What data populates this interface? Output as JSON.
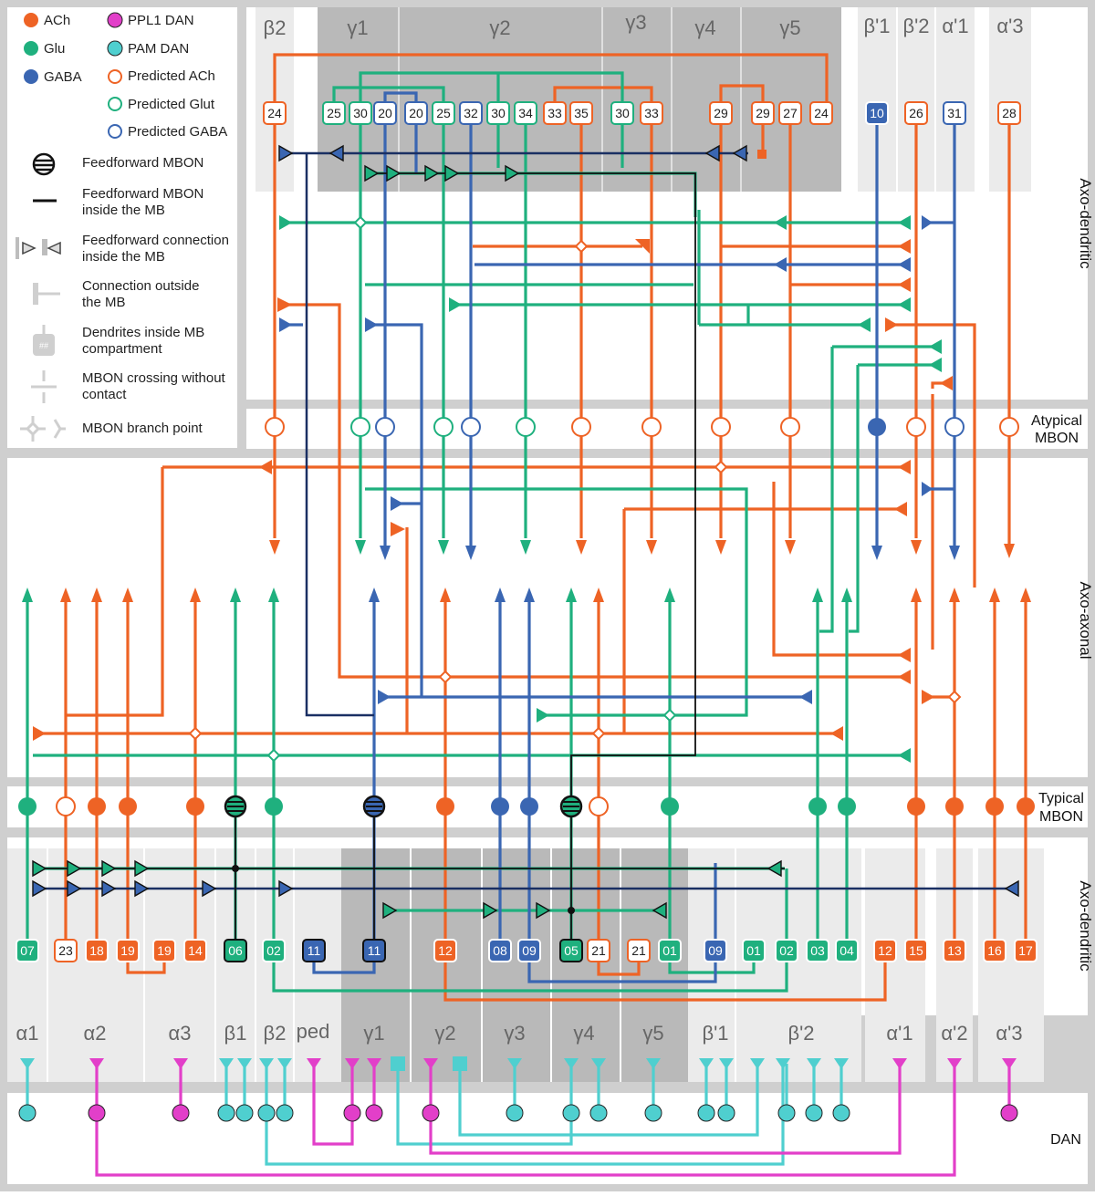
{
  "colors": {
    "ach": "#ee6325",
    "glu": "#1fb07e",
    "gaba": "#3a66b2",
    "ppl1": "#e23fc9",
    "pam": "#4fcfcf",
    "mb_outline_dark": "#111111",
    "band_gray": "#cfcfcf",
    "light_gray": "#ebebeb",
    "dark_gray": "#b9b9b9"
  },
  "legend": {
    "transmitters": [
      {
        "label": "ACh",
        "style": "filled",
        "color": "ach"
      },
      {
        "label": "Glu",
        "style": "filled",
        "color": "glu"
      },
      {
        "label": "GABA",
        "style": "filled",
        "color": "gaba"
      },
      {
        "label": "PPL1 DAN",
        "style": "filled",
        "color": "ppl1"
      },
      {
        "label": "PAM DAN",
        "style": "filled",
        "color": "pam"
      },
      {
        "label": "Predicted ACh",
        "style": "open",
        "color": "ach"
      },
      {
        "label": "Predicted Glut",
        "style": "open",
        "color": "glu"
      },
      {
        "label": "Predicted GABA",
        "style": "open",
        "color": "gaba"
      }
    ],
    "feedforward_mbon": "Feedforward MBON",
    "feedforward_inside_1": "Feedforward MBON",
    "feedforward_inside_2": "inside the MB",
    "ff_connection_1": "Feedforward connection",
    "ff_connection_2": "inside the MB",
    "outside_1": "Connection outside",
    "outside_2": "the MB",
    "dendrites_1": "Dendrites inside MB",
    "dendrites_2": "compartment",
    "crossing_1": "MBON crossing without",
    "crossing_2": "contact",
    "branch_point": "MBON branch point",
    "dendrite_glyph": "##"
  },
  "top_compartments": [
    "β2",
    "γ1",
    "γ2",
    "γ3",
    "γ4",
    "γ5",
    "β'1",
    "β'2",
    "α'1",
    "α'3"
  ],
  "bottom_compartments": [
    "α1",
    "α2",
    "α3",
    "β1",
    "β2",
    "ped",
    "γ1",
    "γ2",
    "γ3",
    "γ4",
    "γ5",
    "β'1",
    "β'2",
    "α'1",
    "α'2",
    "α'3"
  ],
  "side_labels": {
    "axo_dendritic_top": "Axo-dendritic",
    "atypical_1": "Atypical",
    "atypical_2": "MBON",
    "axo_axonal": "Axo-axonal",
    "typical_1": "Typical",
    "typical_2": "MBON",
    "axo_dendritic_bottom": "Axo-dendritic",
    "dan": "DAN"
  },
  "top_boxes": [
    {
      "label": "24",
      "type": "ach",
      "style": "open"
    },
    {
      "label": "25",
      "type": "glu",
      "style": "open"
    },
    {
      "label": "30",
      "type": "glu",
      "style": "open"
    },
    {
      "label": "20",
      "type": "gaba",
      "style": "open"
    },
    {
      "label": "20",
      "type": "gaba",
      "style": "open"
    },
    {
      "label": "25",
      "type": "glu",
      "style": "open"
    },
    {
      "label": "32",
      "type": "gaba",
      "style": "open"
    },
    {
      "label": "30",
      "type": "glu",
      "style": "open"
    },
    {
      "label": "34",
      "type": "glu",
      "style": "open"
    },
    {
      "label": "33",
      "type": "ach",
      "style": "open"
    },
    {
      "label": "35",
      "type": "ach",
      "style": "open"
    },
    {
      "label": "30",
      "type": "glu",
      "style": "open"
    },
    {
      "label": "33",
      "type": "ach",
      "style": "open"
    },
    {
      "label": "29",
      "type": "ach",
      "style": "open"
    },
    {
      "label": "29",
      "type": "ach",
      "style": "open"
    },
    {
      "label": "27",
      "type": "ach",
      "style": "open"
    },
    {
      "label": "24",
      "type": "ach",
      "style": "open"
    },
    {
      "label": "10",
      "type": "gaba",
      "style": "filled"
    },
    {
      "label": "26",
      "type": "ach",
      "style": "open"
    },
    {
      "label": "31",
      "type": "gaba",
      "style": "open"
    },
    {
      "label": "28",
      "type": "ach",
      "style": "open"
    }
  ],
  "bottom_boxes": [
    {
      "label": "07",
      "type": "glu",
      "style": "filled"
    },
    {
      "label": "23",
      "type": "ach",
      "style": "open"
    },
    {
      "label": "18",
      "type": "ach",
      "style": "filled"
    },
    {
      "label": "19",
      "type": "ach",
      "style": "filled"
    },
    {
      "label": "19",
      "type": "ach",
      "style": "filled"
    },
    {
      "label": "14",
      "type": "ach",
      "style": "filled"
    },
    {
      "label": "06",
      "type": "glu",
      "style": "ff"
    },
    {
      "label": "02",
      "type": "glu",
      "style": "filled"
    },
    {
      "label": "11",
      "type": "gaba",
      "style": "ff"
    },
    {
      "label": "11",
      "type": "gaba",
      "style": "ff"
    },
    {
      "label": "12",
      "type": "ach",
      "style": "filled"
    },
    {
      "label": "08",
      "type": "gaba",
      "style": "filled"
    },
    {
      "label": "09",
      "type": "gaba",
      "style": "filled"
    },
    {
      "label": "05",
      "type": "glu",
      "style": "ff"
    },
    {
      "label": "21",
      "type": "ach",
      "style": "open"
    },
    {
      "label": "21",
      "type": "ach",
      "style": "open"
    },
    {
      "label": "01",
      "type": "glu",
      "style": "filled"
    },
    {
      "label": "09",
      "type": "gaba",
      "style": "filled"
    },
    {
      "label": "01",
      "type": "glu",
      "style": "filled"
    },
    {
      "label": "02",
      "type": "glu",
      "style": "filled"
    },
    {
      "label": "03",
      "type": "glu",
      "style": "filled"
    },
    {
      "label": "04",
      "type": "glu",
      "style": "filled"
    },
    {
      "label": "12",
      "type": "ach",
      "style": "filled"
    },
    {
      "label": "15",
      "type": "ach",
      "style": "filled"
    },
    {
      "label": "13",
      "type": "ach",
      "style": "filled"
    },
    {
      "label": "16",
      "type": "ach",
      "style": "filled"
    },
    {
      "label": "17",
      "type": "ach",
      "style": "filled"
    }
  ],
  "atypical_mbon_markers": [
    {
      "type": "ach",
      "style": "open"
    },
    {
      "type": "glu",
      "style": "open"
    },
    {
      "type": "gaba",
      "style": "open"
    },
    {
      "type": "glu",
      "style": "open"
    },
    {
      "type": "gaba",
      "style": "open"
    },
    {
      "type": "glu",
      "style": "open"
    },
    {
      "type": "ach",
      "style": "open"
    },
    {
      "type": "ach",
      "style": "open"
    },
    {
      "type": "ach",
      "style": "open"
    },
    {
      "type": "ach",
      "style": "open"
    },
    {
      "type": "gaba",
      "style": "filled"
    },
    {
      "type": "ach",
      "style": "open"
    },
    {
      "type": "gaba",
      "style": "open"
    },
    {
      "type": "ach",
      "style": "open"
    }
  ],
  "typical_mbon_markers": [
    {
      "type": "glu",
      "style": "filled"
    },
    {
      "type": "ach",
      "style": "open"
    },
    {
      "type": "ach",
      "style": "filled"
    },
    {
      "type": "ach",
      "style": "filled"
    },
    {
      "type": "ach",
      "style": "filled"
    },
    {
      "type": "glu",
      "style": "ff"
    },
    {
      "type": "glu",
      "style": "filled"
    },
    {
      "type": "gaba",
      "style": "ff"
    },
    {
      "type": "ach",
      "style": "filled"
    },
    {
      "type": "gaba",
      "style": "filled"
    },
    {
      "type": "gaba",
      "style": "filled"
    },
    {
      "type": "glu",
      "style": "ff"
    },
    {
      "type": "ach",
      "style": "open"
    },
    {
      "type": "glu",
      "style": "filled"
    },
    {
      "type": "glu",
      "style": "filled"
    },
    {
      "type": "glu",
      "style": "filled"
    },
    {
      "type": "ach",
      "style": "filled"
    },
    {
      "type": "ach",
      "style": "filled"
    },
    {
      "type": "ach",
      "style": "filled"
    },
    {
      "type": "ach",
      "style": "filled"
    }
  ],
  "dan_markers": [
    {
      "type": "pam"
    },
    {
      "type": "ppl1"
    },
    {
      "type": "ppl1"
    },
    {
      "type": "pam"
    },
    {
      "type": "pam"
    },
    {
      "type": "pam"
    },
    {
      "type": "pam"
    },
    {
      "type": "ppl1"
    },
    {
      "type": "ppl1"
    },
    {
      "type": "ppl1"
    },
    {
      "type": "pam"
    },
    {
      "type": "pam"
    },
    {
      "type": "pam"
    },
    {
      "type": "pam"
    },
    {
      "type": "pam"
    },
    {
      "type": "pam"
    },
    {
      "type": "pam"
    },
    {
      "type": "pam"
    },
    {
      "type": "pam"
    },
    {
      "type": "ppl1"
    }
  ]
}
